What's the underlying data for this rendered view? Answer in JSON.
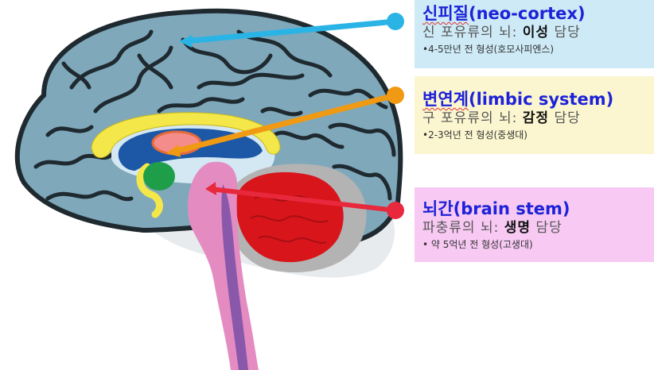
{
  "regions": [
    {
      "id": "neo",
      "title_ko": "신피질",
      "title_en": "(neo-cortex)",
      "desc_prefix": "신 포유류의 뇌: ",
      "desc_key": "이성",
      "desc_suffix": " 담당",
      "sub": "•4-5만년 전 형성(호모사피엔스)",
      "color": "#2ab4e6"
    },
    {
      "id": "limbic",
      "title_ko": "변연계",
      "title_en": "(limbic system)",
      "desc_prefix": "구 포유류의 뇌: ",
      "desc_key": "감정",
      "desc_suffix": " 담당",
      "sub": "•2-3억년 전 형성(중생대)",
      "color": "#f09a14"
    },
    {
      "id": "stem",
      "title_ko": "뇌간",
      "title_en": "(brain stem)",
      "desc_prefix": "파충류의 뇌: ",
      "desc_key": "생명",
      "desc_suffix": " 담당",
      "sub": "• 약 5억년 전 형성(고생대)",
      "color": "#e8283c"
    }
  ],
  "colors": {
    "cortex": "#7fa8bb",
    "cortex_sulcus": "#1f2a30",
    "cortex_shadow": "#e8ebee",
    "inner_cavity": "#d3e8f3",
    "corpus_callosum": "#f4e74a",
    "ventricle": "#1d58a6",
    "amygdala": "#1f9e4a",
    "thalamus": "#f58c8c",
    "brainstem": "#e48cc2",
    "cerebellum": "#d8151b",
    "cerebellum_bg": "#b3b3b3"
  }
}
